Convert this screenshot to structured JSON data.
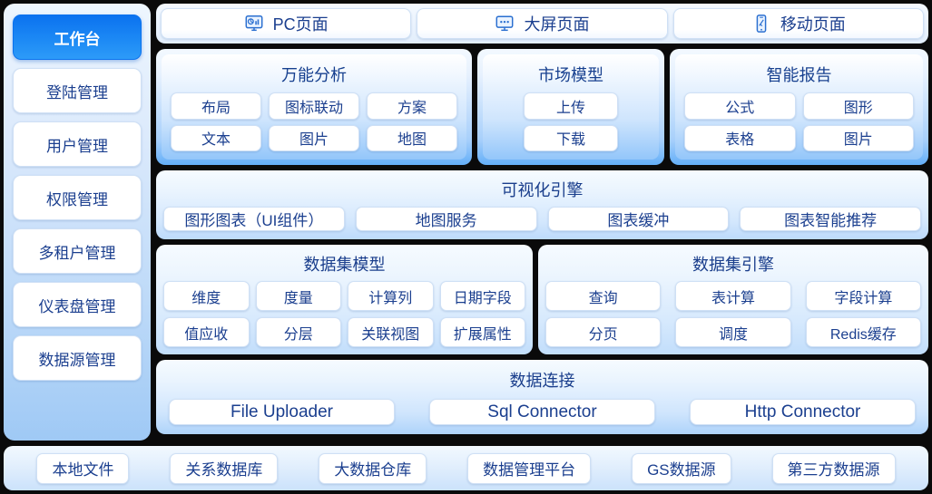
{
  "sidebar": {
    "items": [
      {
        "label": "工作台",
        "active": true
      },
      {
        "label": "登陆管理",
        "active": false
      },
      {
        "label": "用户管理",
        "active": false
      },
      {
        "label": "权限管理",
        "active": false
      },
      {
        "label": "多租户管理",
        "active": false
      },
      {
        "label": "仪表盘管理",
        "active": false
      },
      {
        "label": "数据源管理",
        "active": false
      }
    ]
  },
  "tabs": [
    {
      "label": "PC页面",
      "icon": "desktop-chart-icon"
    },
    {
      "label": "大屏页面",
      "icon": "big-screen-icon"
    },
    {
      "label": "移动页面",
      "icon": "mobile-phone-icon"
    }
  ],
  "modules": [
    {
      "title": "万能分析",
      "rows": [
        [
          "布局",
          "图标联动",
          "方案"
        ],
        [
          "文本",
          "图片",
          "地图"
        ]
      ]
    },
    {
      "title": "市场模型",
      "rows": [
        [
          "上传"
        ],
        [
          "下载"
        ]
      ]
    },
    {
      "title": "智能报告",
      "rows": [
        [
          "公式",
          "图形"
        ],
        [
          "表格",
          "图片"
        ]
      ]
    }
  ],
  "viz_engine": {
    "title": "可视化引擎",
    "items": [
      "图形图表（UI组件）",
      "地图服务",
      "图表缓冲",
      "图表智能推荐"
    ]
  },
  "dataset_model": {
    "title": "数据集模型",
    "rows": [
      [
        "维度",
        "度量",
        "计算列",
        "日期字段"
      ],
      [
        "值应收",
        "分层",
        "关联视图",
        "扩展属性"
      ]
    ]
  },
  "dataset_engine": {
    "title": "数据集引擎",
    "rows": [
      [
        "查询",
        "表计算",
        "字段计算"
      ],
      [
        "分页",
        "调度",
        "Redis缓存"
      ]
    ]
  },
  "data_connection": {
    "title": "数据连接",
    "items": [
      "File Uploader",
      "Sql Connector",
      "Http Connector"
    ]
  },
  "data_sources": [
    "本地文件",
    "关系数据库",
    "大数据仓库",
    "数据管理平台",
    "GS数据源",
    "第三方数据源"
  ],
  "colors": {
    "text": "#1b3f8f",
    "accent": "#0b72ef",
    "panel_light": "#f6fbff",
    "panel_blue": "#64aff8",
    "background": "#0a0a0a"
  }
}
